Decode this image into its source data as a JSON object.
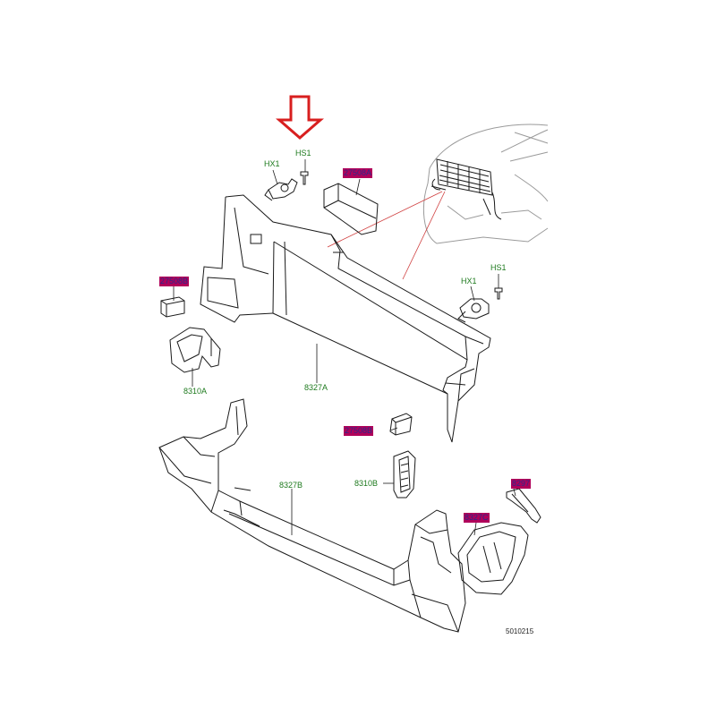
{
  "colors": {
    "arrow": "#d81f1f",
    "callout_green": "#1e7a1e",
    "highlight_bg": "#b0005a",
    "highlight_text": "#2b2b8a",
    "leader_red": "#d04040",
    "outline": "#1a1a1a",
    "car_outline": "#9a9a9a"
  },
  "parts": {
    "hs1_top": "HS1",
    "hx1_top": "HX1",
    "p2750_top": "27508A",
    "p2750_left": "27508B",
    "hs1_right": "HS1",
    "hx1_right": "HX1",
    "p8310a": "8310A",
    "p8327a": "8327A",
    "p2750_mid": "27508B",
    "p8310b": "8310B",
    "p8327b": "8327B",
    "p8297": "8297",
    "p8327c": "8327C"
  },
  "reference_number": "5010215",
  "icons": {
    "pointer": "down-arrow-icon"
  }
}
